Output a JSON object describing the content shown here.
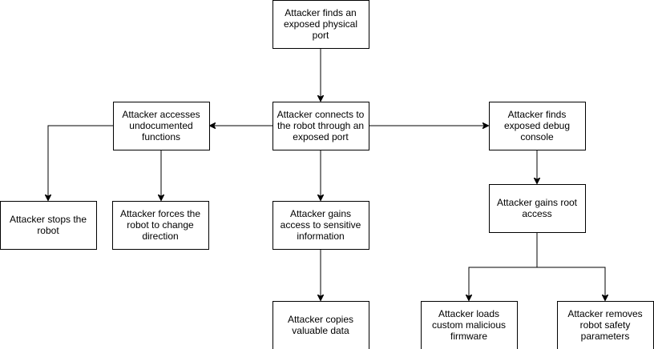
{
  "nodes": [
    {
      "id": "n1",
      "lines": [
        "Attacker finds an",
        "exposed physical",
        "port"
      ]
    },
    {
      "id": "n2",
      "lines": [
        "Attacker connects to",
        "the robot through an",
        "exposed port"
      ]
    },
    {
      "id": "n3",
      "lines": [
        "Attacker accesses",
        "undocumented",
        "functions"
      ]
    },
    {
      "id": "n4",
      "lines": [
        "Attacker finds",
        "exposed debug",
        "console"
      ]
    },
    {
      "id": "n5",
      "lines": [
        "Attacker stops the",
        "robot"
      ]
    },
    {
      "id": "n6",
      "lines": [
        "Attacker forces the",
        "robot to change",
        "direction"
      ]
    },
    {
      "id": "n7",
      "lines": [
        "Attacker gains",
        "access to sensitive",
        "information"
      ]
    },
    {
      "id": "n8",
      "lines": [
        "Attacker gains root",
        "access"
      ]
    },
    {
      "id": "n9",
      "lines": [
        "Attacker copies",
        "valuable data"
      ]
    },
    {
      "id": "n10",
      "lines": [
        "Attacker loads",
        "custom malicious",
        "firmware"
      ]
    },
    {
      "id": "n11",
      "lines": [
        "Attacker removes",
        "robot safety",
        "parameters"
      ]
    }
  ],
  "edges": [
    {
      "from": "n1",
      "to": "n2"
    },
    {
      "from": "n2",
      "to": "n3"
    },
    {
      "from": "n2",
      "to": "n4"
    },
    {
      "from": "n2",
      "to": "n7"
    },
    {
      "from": "n3",
      "to": "n5"
    },
    {
      "from": "n3",
      "to": "n6"
    },
    {
      "from": "n7",
      "to": "n9"
    },
    {
      "from": "n4",
      "to": "n8"
    },
    {
      "from": "n8",
      "to": "n10"
    },
    {
      "from": "n8",
      "to": "n11"
    }
  ]
}
